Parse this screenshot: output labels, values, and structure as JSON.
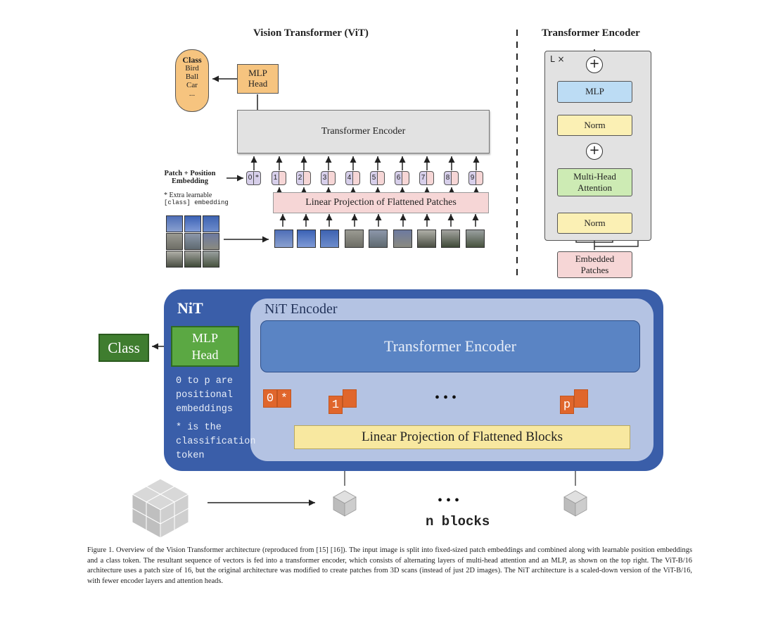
{
  "vit": {
    "title": "Vision Transformer (ViT)",
    "class_box": {
      "heading": "Class",
      "items": [
        "Bird",
        "Ball",
        "Car",
        "..."
      ]
    },
    "mlp_head": [
      "MLP",
      "Head"
    ],
    "transformer_encoder": "Transformer Encoder",
    "patch_position_label": [
      "Patch + Position",
      "Embedding"
    ],
    "extra_note": [
      "* Extra learnable",
      "[class] embedding"
    ],
    "linear_projection": "Linear Projection of Flattened Patches",
    "tokens": [
      "0",
      "1",
      "2",
      "3",
      "4",
      "5",
      "6",
      "7",
      "8",
      "9"
    ],
    "class_token_mark": "*",
    "colors": {
      "orange": "#f6c47f",
      "pink": "#f6d6d6",
      "purple": "#d7cfea",
      "gray": "#e2e2e2"
    }
  },
  "encoder": {
    "title": "Transformer Encoder",
    "repeat": "L ×",
    "mlp": "MLP",
    "norm_top": "Norm",
    "mha": [
      "Multi-Head",
      "Attention"
    ],
    "norm_bottom": "Norm",
    "embedded": [
      "Embedded",
      "Patches"
    ],
    "plus": "+",
    "colors": {
      "blue": "#bcdcf4",
      "yellow": "#fbf0b4",
      "green": "#cdebb4",
      "pink": "#f6d6d6"
    }
  },
  "nit": {
    "title": "NiT",
    "encoder_title": "NiT Encoder",
    "transformer_encoder": "Transformer Encoder",
    "mlp_head": [
      "MLP",
      "Head"
    ],
    "class": "Class",
    "note1": [
      "0 to p are",
      "positional",
      "embeddings"
    ],
    "note2": [
      "* is the",
      "classification",
      "token"
    ],
    "tokens": [
      [
        "0",
        "*"
      ],
      [
        "1",
        ""
      ],
      [
        "p",
        ""
      ]
    ],
    "ellipsis": "•  •  •",
    "linear_projection": "Linear Projection of Flattened Blocks",
    "blocks_ellipsis": "•  •  •",
    "n_blocks": "n blocks",
    "colors": {
      "outer": "#3a5ea9",
      "inner": "#b4c3e3",
      "te": "#5a84c4",
      "lp": "#f8e8a0",
      "token": "#e0662c",
      "green": "#5ba843"
    }
  },
  "caption": "Figure 1. Overview of the Vision Transformer architecture (reproduced from [15] [16]). The input image is split into fixed-sized patch embeddings and combined along with learnable position embeddings and a class token. The resultant sequence of vectors is fed into a transformer encoder, which consists of alternating layers of multi-head attention and an MLP, as shown on the top right. The ViT-B/16 architecture uses a patch size of 16, but the original architecture was modified to create patches from 3D scans (instead of just 2D images). The NiT architecture is a scaled-down version of the ViT-B/16, with fewer encoder layers and attention heads."
}
